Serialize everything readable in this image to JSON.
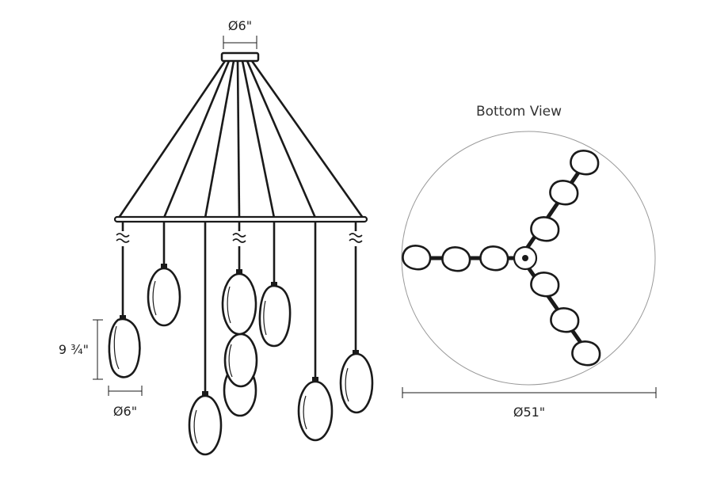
{
  "front_view": {
    "canopy_diameter_label": "Ø6\"",
    "pendant_height_label": "9 ¾\"",
    "pendant_diameter_label": "Ø6\""
  },
  "bottom_view": {
    "title": "Bottom View",
    "overall_diameter_label": "Ø51\""
  }
}
